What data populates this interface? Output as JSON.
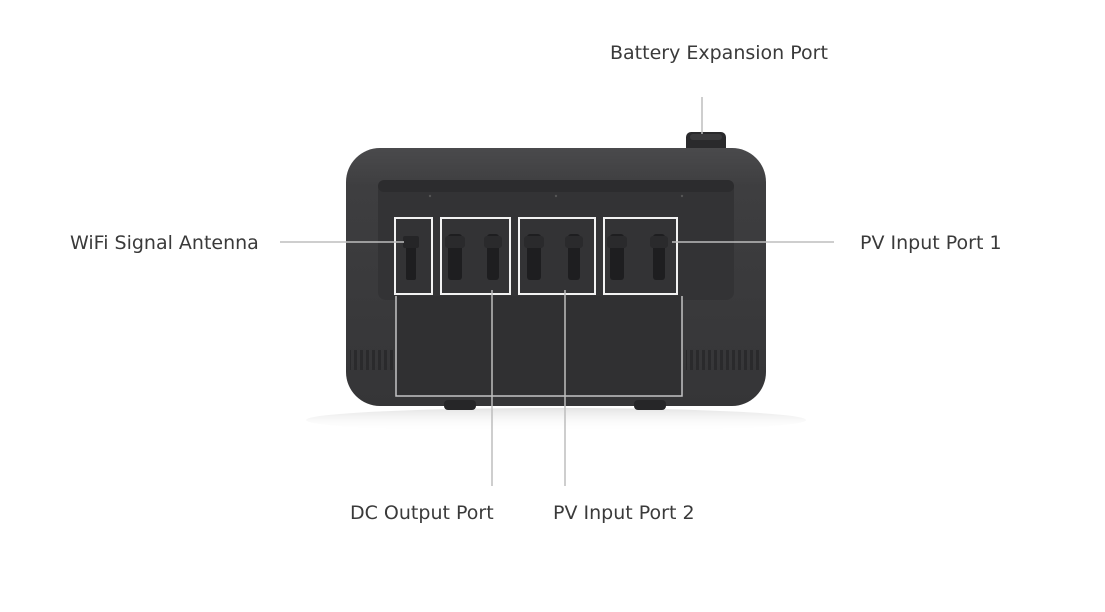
{
  "labels": {
    "battery_expansion_port": "Battery Expansion Port",
    "wifi_signal_antenna": "WiFi Signal Antenna",
    "pv_input_port_1": "PV Input Port 1",
    "dc_output_port": "DC Output Port",
    "pv_input_port_2": "PV Input Port 2"
  },
  "colors": {
    "device_body": "#3c3c3e",
    "device_panel": "#333335",
    "device_dark": "#262628",
    "connector": "#1e1e20",
    "highlight_box": "#f2f2f2",
    "leader_line": "#bdbdbd",
    "label_text": "#3a3a3a"
  }
}
